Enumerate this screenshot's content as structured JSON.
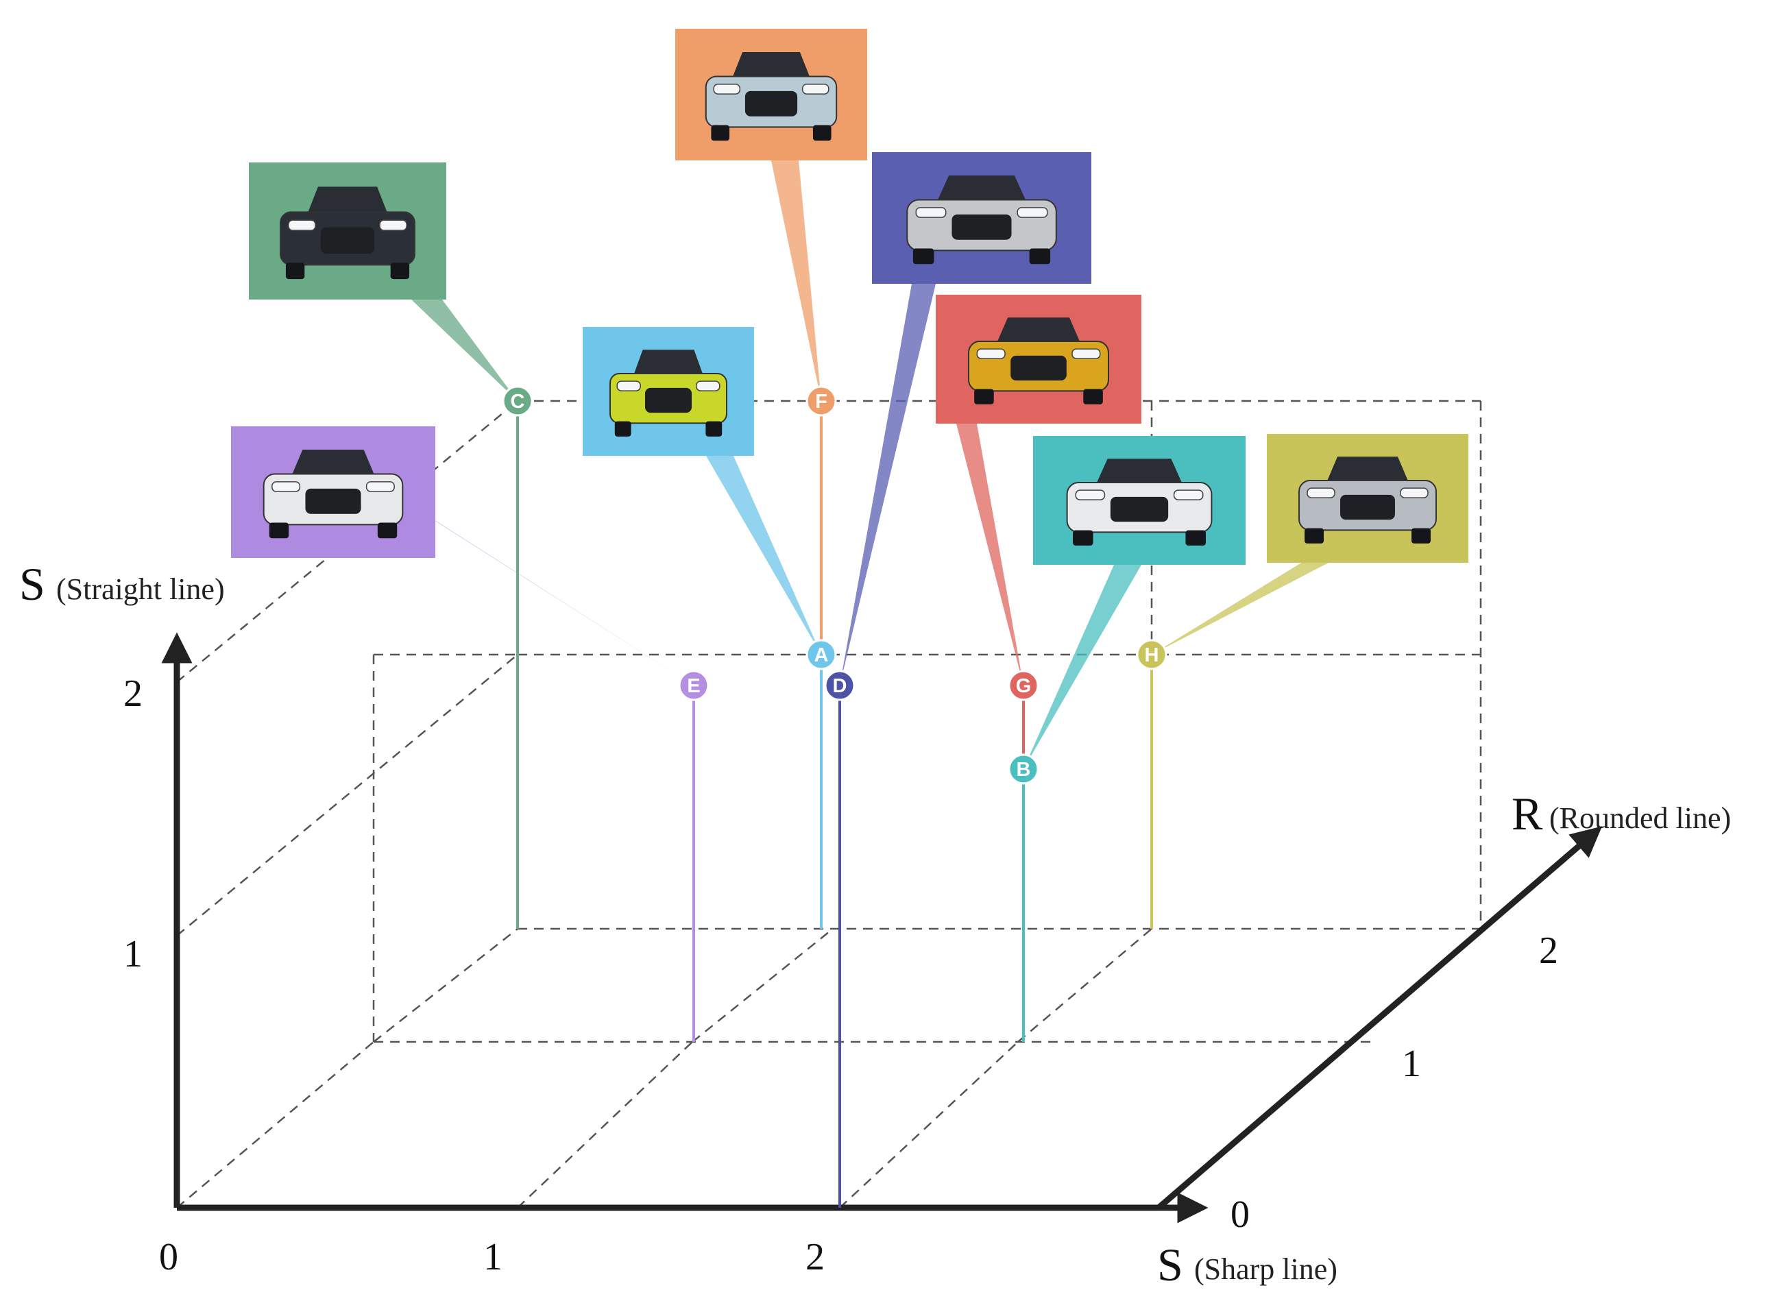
{
  "axes": {
    "vertical": {
      "letter": "S",
      "label": "(Straight line)",
      "ticks": [
        "0",
        "1",
        "2"
      ]
    },
    "horizontal": {
      "letter": "S",
      "label": "(Sharp line)",
      "ticks": [
        "1",
        "2"
      ]
    },
    "depth": {
      "letter": "R",
      "label": "(Rounded line)",
      "ticks": [
        "0",
        "1",
        "2"
      ]
    }
  },
  "points": [
    {
      "id": "A",
      "color": "#6ec6ea"
    },
    {
      "id": "B",
      "color": "#4bbfbf"
    },
    {
      "id": "C",
      "color": "#6aaa86"
    },
    {
      "id": "D",
      "color": "#4c52a6"
    },
    {
      "id": "E",
      "color": "#b48ee0"
    },
    {
      "id": "F",
      "color": "#ef9e6a"
    },
    {
      "id": "G",
      "color": "#e06560"
    },
    {
      "id": "H",
      "color": "#c8c45a"
    }
  ],
  "car_images": [
    {
      "point": "C",
      "bg": "#6aaa86",
      "car_body": "#2b3038",
      "style": "boxy grille sedan"
    },
    {
      "point": "E",
      "bg": "#ae8ae0",
      "car_body": "#e6e8ea",
      "style": "white suv"
    },
    {
      "point": "A",
      "bg": "#6ec6ea",
      "car_body": "#c9d62a",
      "style": "lime sports car"
    },
    {
      "point": "F",
      "bg": "#ef9e6a",
      "car_body": "#b8cad4",
      "style": "silver crossover"
    },
    {
      "point": "D",
      "bg": "#5a5fb2",
      "car_body": "#c4c6ca",
      "style": "silver sedan"
    },
    {
      "point": "G",
      "bg": "#e06560",
      "car_body": "#d9a51e",
      "style": "gold hatchback"
    },
    {
      "point": "B",
      "bg": "#4bbfbf",
      "car_body": "#e8eaec",
      "style": "white sedan"
    },
    {
      "point": "H",
      "bg": "#c8c45a",
      "car_body": "#b6bcc2",
      "style": "silver hatchback"
    }
  ]
}
